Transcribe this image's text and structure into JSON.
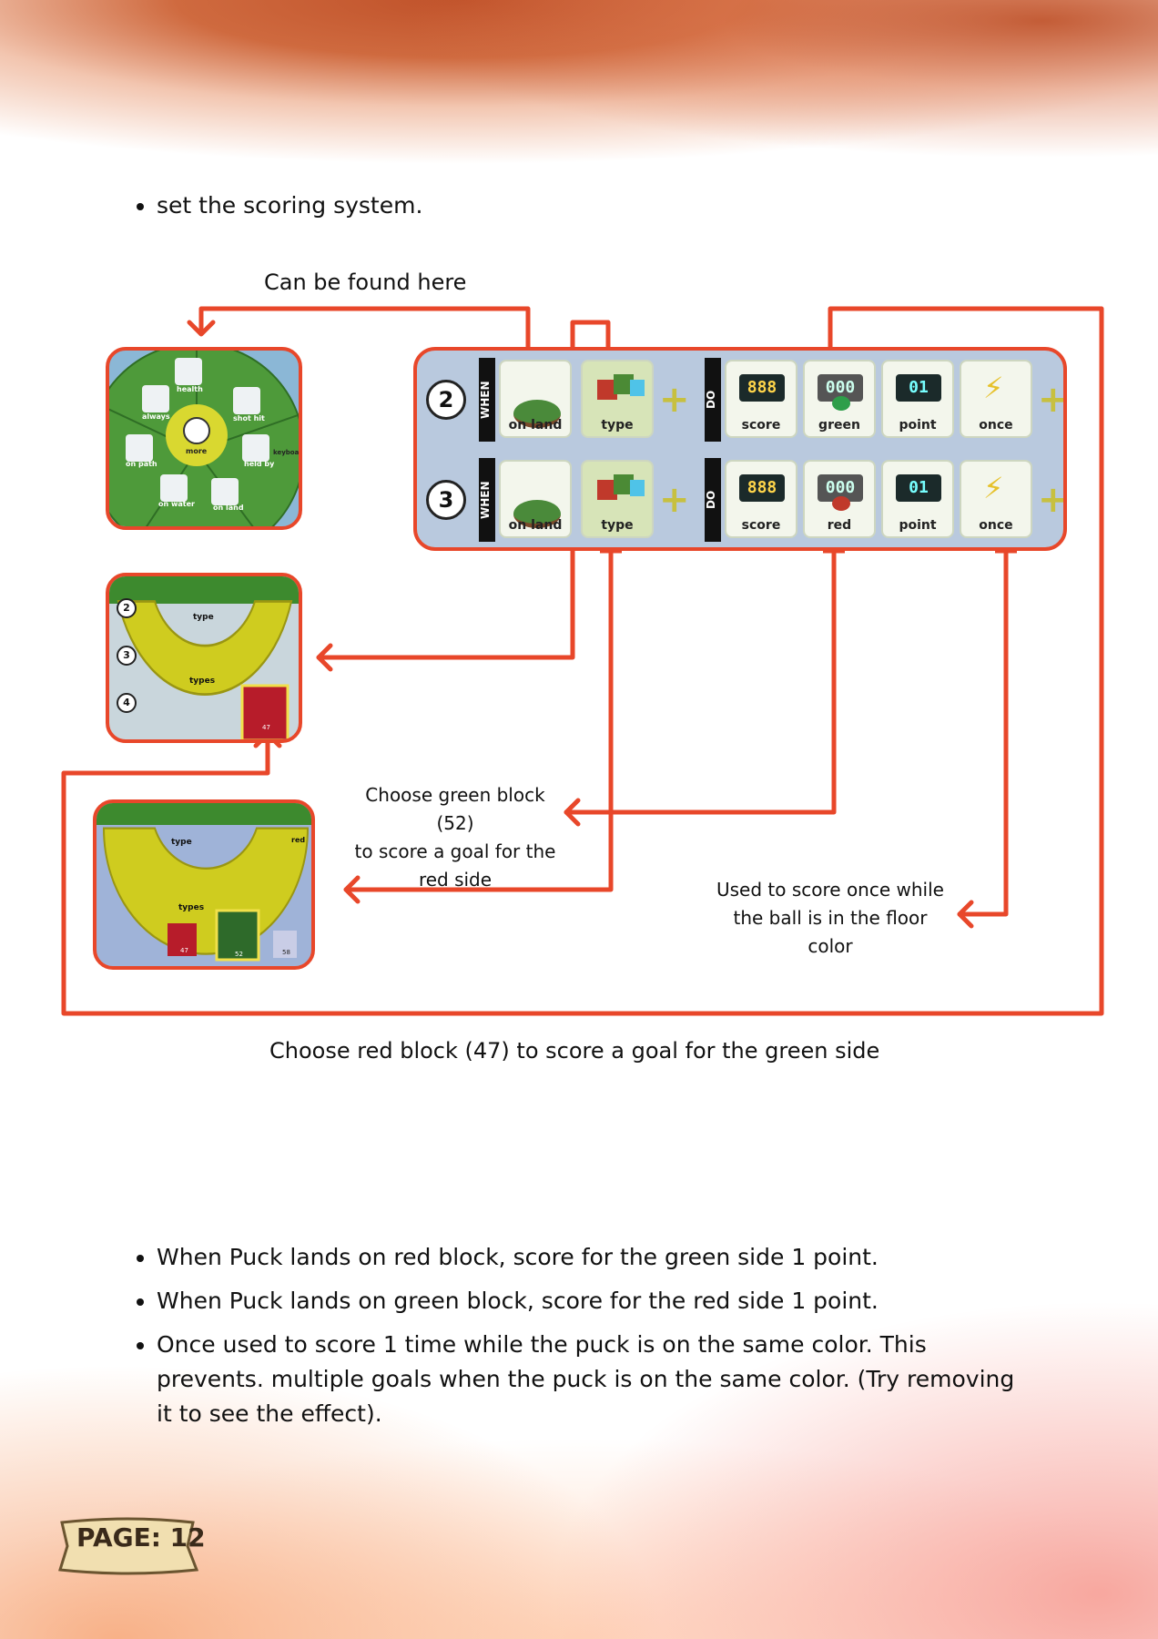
{
  "intro_bullet": "set the scoring system.",
  "found_caption": "Can be found here",
  "rule_panel": {
    "rows": [
      {
        "number": "2",
        "when_label": "WHEN",
        "do_label": "DO",
        "when_tiles": [
          "on land",
          "type"
        ],
        "do_tiles": [
          "score",
          "green",
          "point",
          "once"
        ]
      },
      {
        "number": "3",
        "when_label": "WHEN",
        "do_label": "DO",
        "when_tiles": [
          "on land",
          "type"
        ],
        "do_tiles": [
          "score",
          "red",
          "point",
          "once"
        ]
      }
    ]
  },
  "menu_screenshot": {
    "labels": [
      "health",
      "always",
      "shot hit",
      "more",
      "on path",
      "held by",
      "on water",
      "on land",
      "keyboard"
    ]
  },
  "types_screenshot_1": {
    "labels": [
      "type",
      "types",
      "47"
    ],
    "row_numbers": [
      "2",
      "3",
      "4"
    ]
  },
  "types_screenshot_2": {
    "labels": [
      "type",
      "types",
      "47",
      "52",
      "58",
      "red"
    ]
  },
  "caption_green_block": "Choose green block (52)\nto score a goal for the\nred side",
  "caption_green_lines": [
    "Choose green block (52)",
    "to score a goal for the",
    "red side"
  ],
  "caption_once_lines": [
    "Used to score once while",
    "the ball is in the floor",
    "color"
  ],
  "caption_red_block": "Choose red block (47) to score a goal for the green side",
  "bullets": [
    "When Puck lands on red block, score for the green side 1 point.",
    "When Puck lands on green block, score for the red side 1 point.",
    "Once used to score 1 time while the puck is on the same color. This prevents. multiple goals when the puck is on the same color. (Try removing it to see the effect)."
  ],
  "page_label": "PAGE: 12",
  "colors": {
    "accent": "#e8472a",
    "panel": "#b9c9de"
  }
}
